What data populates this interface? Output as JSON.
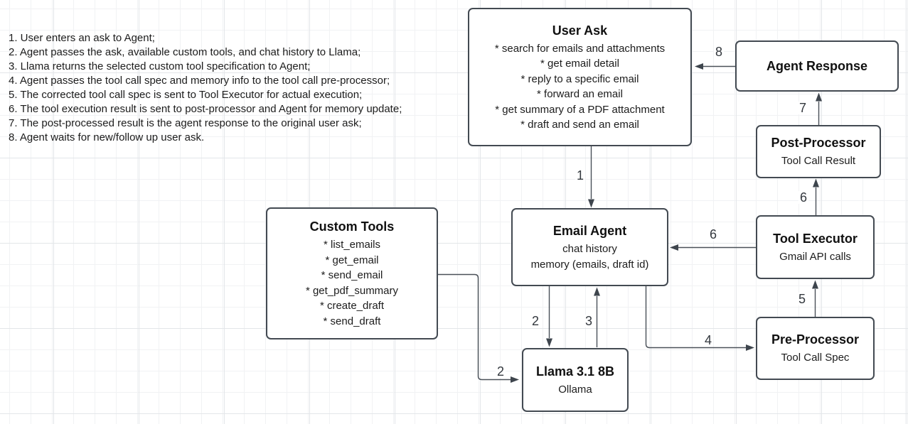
{
  "notes": [
    "1. User enters an ask to Agent;",
    "2. Agent passes the ask, available custom tools, and chat history to Llama;",
    "3. Llama returns the selected custom tool specification to Agent;",
    "4. Agent passes the tool call spec and memory info to the tool call pre-processor;",
    "5. The corrected tool call spec is sent to Tool Executor for actual execution;",
    "6. The tool execution result is sent to post-processor and Agent for memory update;",
    "7. The post-processed result is the agent response to the original user ask;",
    "8. Agent waits for new/follow up user ask."
  ],
  "boxes": {
    "user_ask": {
      "title": "User Ask",
      "lines": [
        "* search for emails and attachments",
        "* get email detail",
        "* reply to a specific email",
        "* forward an email",
        "* get summary of a PDF attachment",
        "* draft and send an email"
      ]
    },
    "agent_response": {
      "title": "Agent Response",
      "lines": []
    },
    "post_processor": {
      "title": "Post-Processor",
      "lines": [
        "Tool Call Result"
      ]
    },
    "tool_executor": {
      "title": "Tool Executor",
      "lines": [
        "Gmail API calls"
      ]
    },
    "email_agent": {
      "title": "Email Agent",
      "lines": [
        "chat history",
        "memory (emails, draft id)"
      ]
    },
    "custom_tools": {
      "title": "Custom Tools",
      "lines": [
        "* list_emails",
        "* get_email",
        "* send_email",
        "* get_pdf_summary",
        "* create_draft",
        "* send_draft"
      ]
    },
    "pre_processor": {
      "title": "Pre-Processor",
      "lines": [
        "Tool Call Spec"
      ]
    },
    "llama": {
      "title": "Llama 3.1 8B",
      "lines": [
        "Ollama"
      ]
    }
  },
  "edge_labels": {
    "step1": "1",
    "step2_agent_to_llama": "2",
    "step2_tools_to_llama": "2",
    "step3": "3",
    "step4": "4",
    "step5": "5",
    "step6_executor_to_agent": "6",
    "step6_executor_to_post": "6",
    "step7": "7",
    "step8": "8"
  },
  "colors": {
    "box_border": "#434a52",
    "connector_line": "#4a5058",
    "arrowhead": "#3e454d",
    "grid_minor": "#f1f2f4",
    "grid_major": "#e3e6e9",
    "background": "#ffffff",
    "text": "#1c1c1c"
  }
}
